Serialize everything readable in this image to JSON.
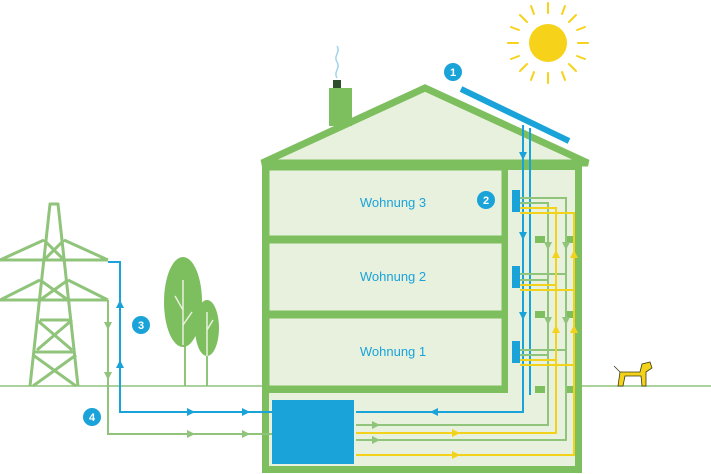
{
  "apartments": [
    {
      "label": "Wohnung 3"
    },
    {
      "label": "Wohnung 2"
    },
    {
      "label": "Wohnung 1"
    }
  ],
  "badges": [
    "1",
    "2",
    "3",
    "4"
  ],
  "colors": {
    "house_wall": "#7dbf5e",
    "house_fill": "#e8f1de",
    "water_line": "#1aa3d9",
    "heat_line": "#f2d21b",
    "grid_line": "#8fc47a",
    "sun": "#f7d21a",
    "tank": "#1aa3d9",
    "dog": "#f2d21b"
  },
  "icons": [
    "sun-icon",
    "solar-panel-icon",
    "chimney-icon",
    "power-pylon-icon",
    "tree-icon",
    "dog-icon",
    "storage-tank-icon",
    "heat-pump-icon"
  ]
}
